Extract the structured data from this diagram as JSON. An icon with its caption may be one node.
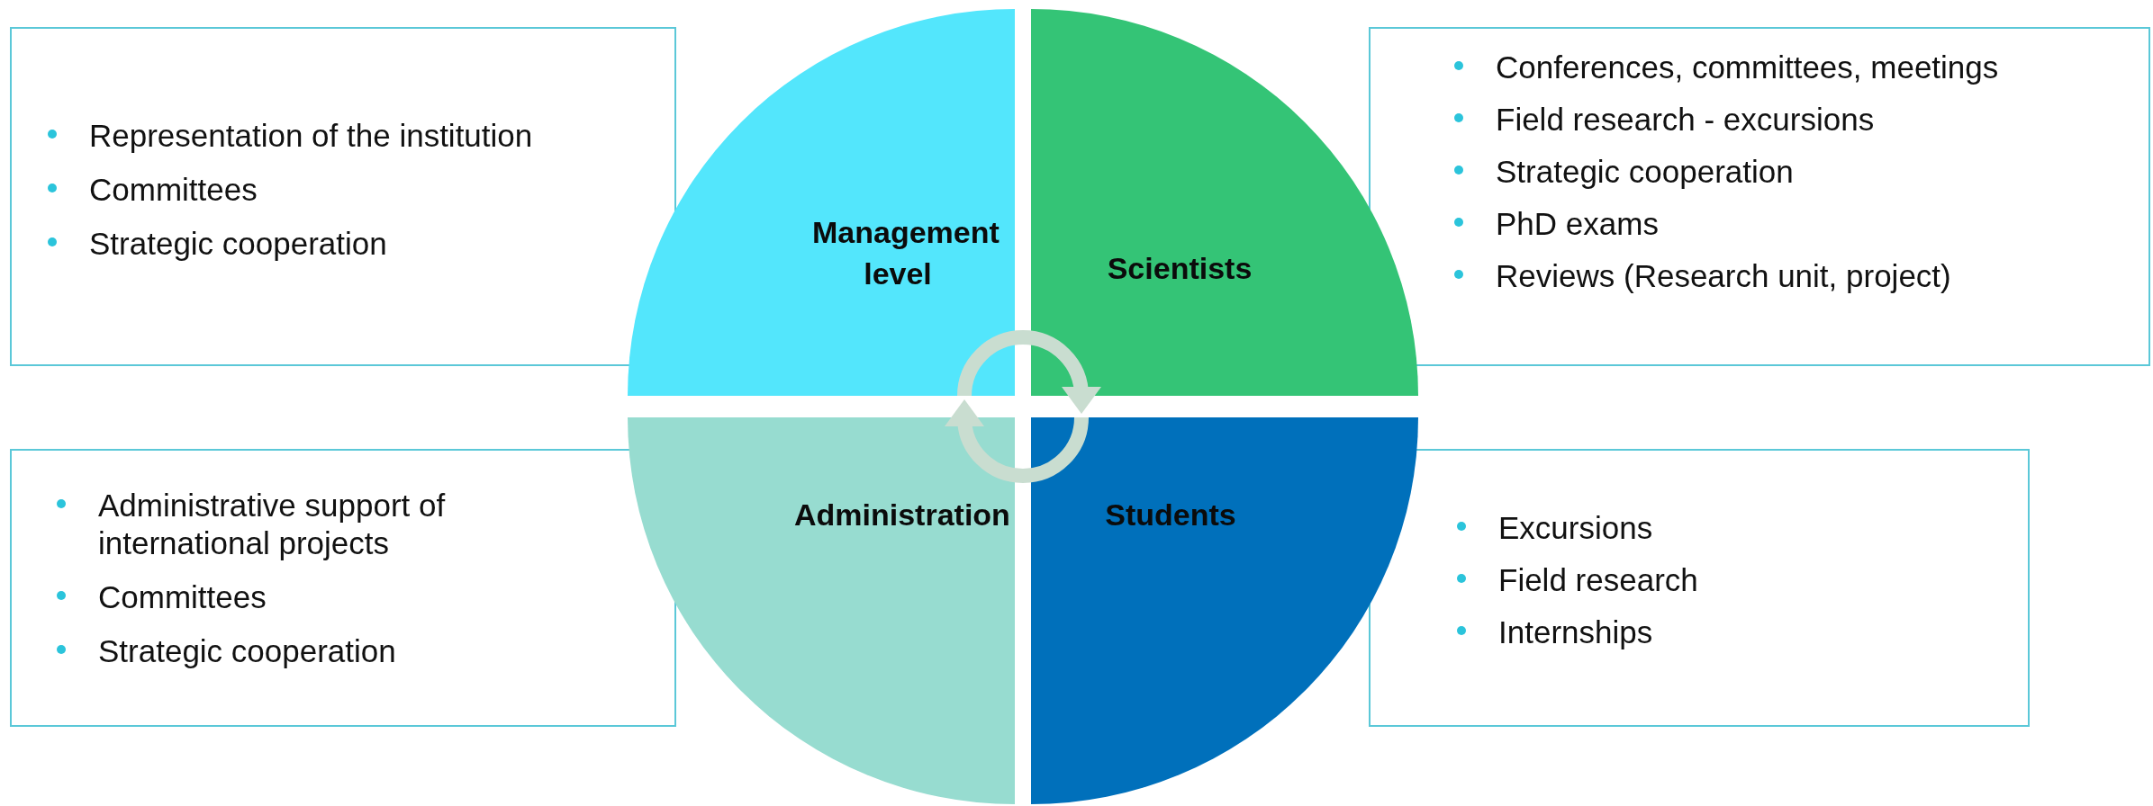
{
  "diagram": {
    "nodes": [
      {
        "text": [
          "Representation of the institution",
          "Committees",
          "Strategic cooperation"
        ]
      },
      {
        "text": [
          "Management level"
        ]
      },
      {
        "text": [
          "Scientists"
        ]
      },
      {
        "text": [
          "Conferences, committees, meetings",
          "Field research - excursions",
          "Strategic cooperation",
          "PhD exams",
          "Reviews (Research unit, project)"
        ]
      },
      {
        "text": [
          "Administrative support of international projects",
          "Committees",
          "Strategic cooperation"
        ]
      },
      {
        "text": [
          "Administration"
        ]
      },
      {
        "text": [
          "Students"
        ]
      },
      {
        "text": [
          "Excursions",
          "Field research",
          "Internships"
        ]
      }
    ],
    "edges": [
      {
        "from": 1,
        "to": 2,
        "arrow": "to"
      },
      {
        "from": 6,
        "to": 5,
        "arrow": "to"
      }
    ]
  }
}
